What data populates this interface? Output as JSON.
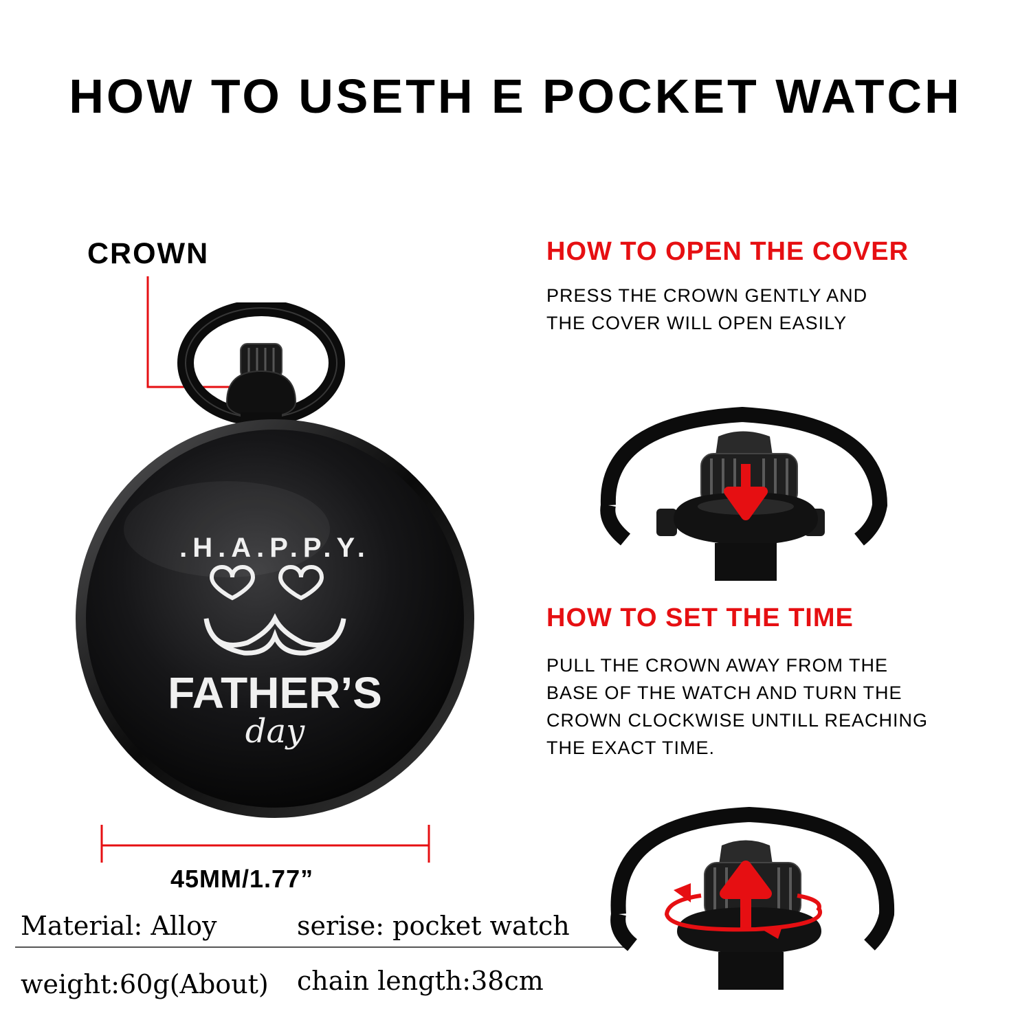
{
  "title": "HOW TO USETH E POCKET WATCH",
  "crown_label": "CROWN",
  "open_cover": {
    "heading": "HOW TO OPEN THE COVER",
    "lines": [
      "PRESS THE CROWN GENTLY AND",
      "THE COVER WILL OPEN EASILY"
    ]
  },
  "set_time": {
    "heading": "HOW TO SET THE TIME",
    "lines": [
      "PULL THE CROWN AWAY FROM THE",
      "BASE OF THE WATCH AND TURN THE",
      "CROWN CLOCKWISE UNTILL REACHING",
      "THE EXACT TIME."
    ]
  },
  "engraving": {
    "happy": ".H.A.P.P.Y.",
    "fathers": "FATHER’S",
    "day": "day"
  },
  "size_label": "45MM/1.77”",
  "specs": {
    "material": "Material: Alloy",
    "series": "serise: pocket watch",
    "weight": "weight:60g(About)",
    "chain": "chain length:38cm"
  },
  "colors": {
    "accent_red": "#e60f12",
    "watch_black": "#0b0b0b"
  }
}
